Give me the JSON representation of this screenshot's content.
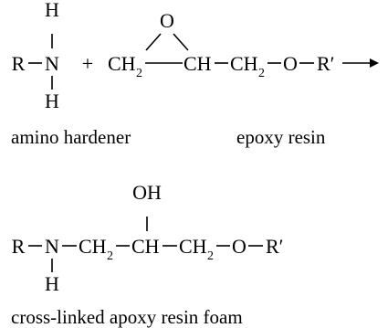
{
  "reaction": {
    "hardener": {
      "atoms": {
        "r": "R",
        "n": "N",
        "h_top": "H",
        "h_bottom": "H"
      }
    },
    "plus": "+",
    "epoxide": {
      "atoms": {
        "o_ring": "O",
        "ch2_a": "CH",
        "ch_a": "CH",
        "ch2_b": "CH",
        "o_ether": "O",
        "r_prime": "R′"
      },
      "subscripts": {
        "ch2_a": "2",
        "ch2_b": "2"
      }
    },
    "labels": {
      "hardener": "amino hardener",
      "resin": "epoxy resin"
    }
  },
  "product": {
    "atoms": {
      "r": "R",
      "n": "N",
      "h": "H",
      "ch2_a": "CH",
      "oh": "OH",
      "ch": "CH",
      "ch2_b": "CH",
      "o": "O",
      "r_prime": "R′"
    },
    "subscripts": {
      "ch2_a": "2",
      "ch2_b": "2"
    },
    "label": "cross-linked apoxy resin foam"
  }
}
